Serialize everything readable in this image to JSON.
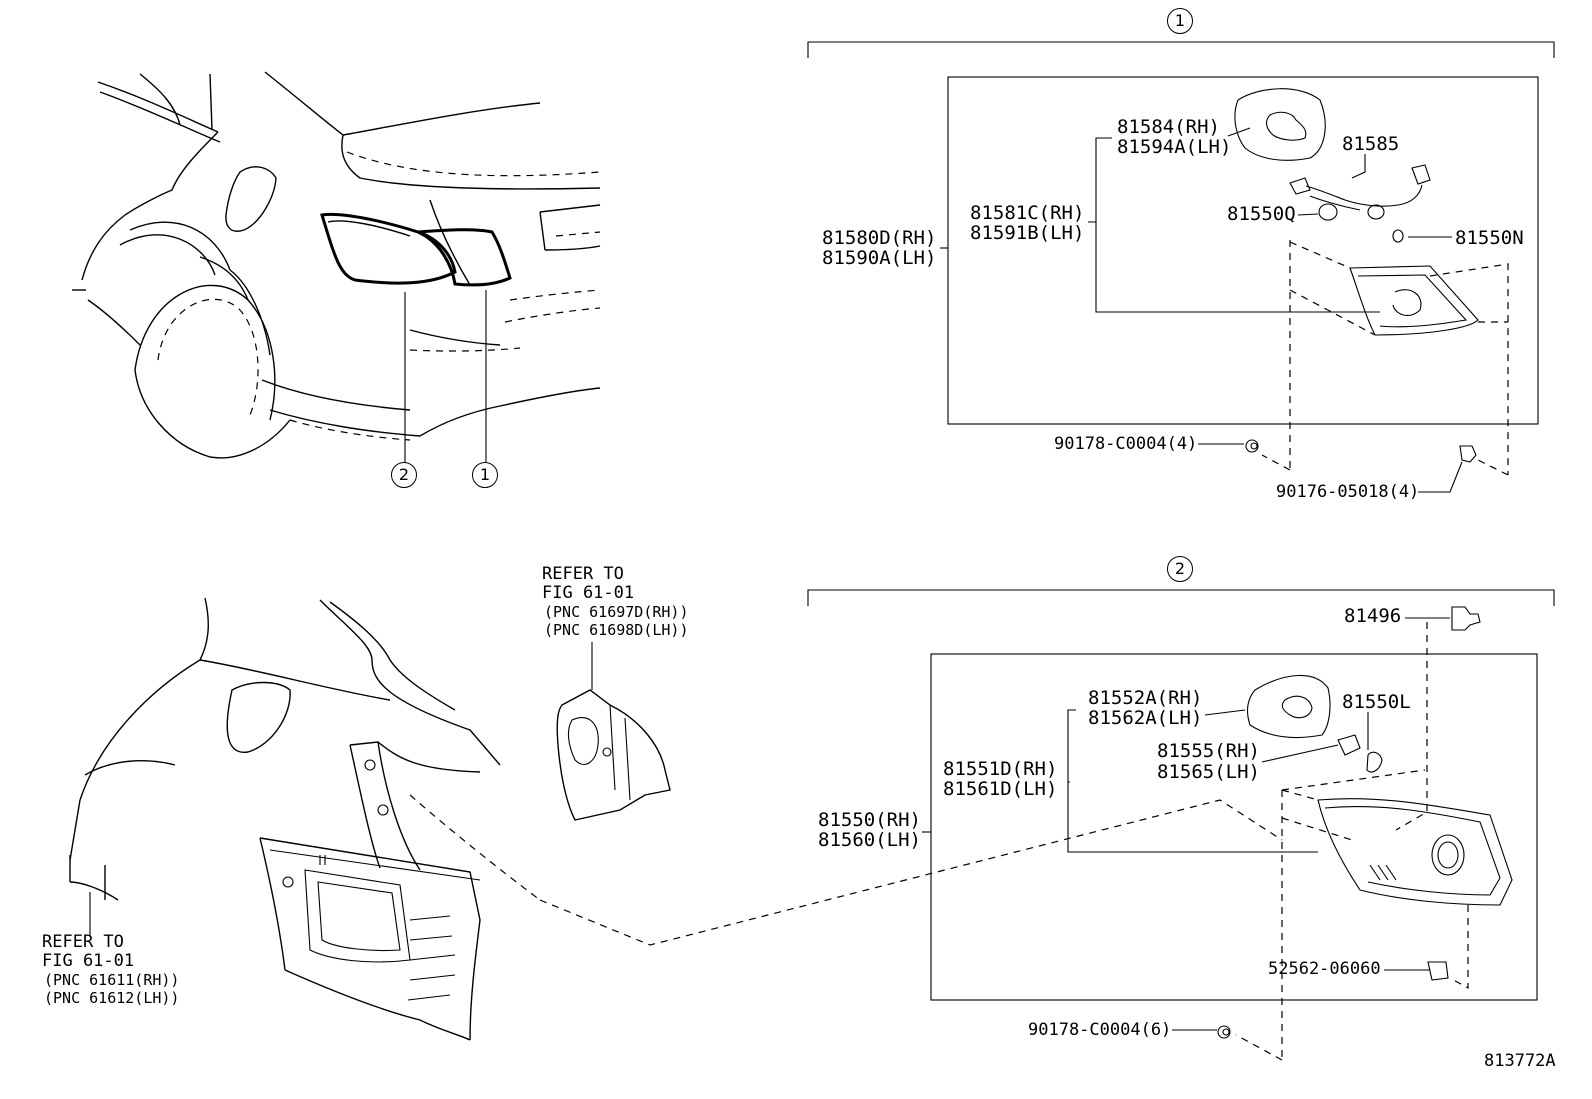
{
  "diagram_id": "813772A",
  "callouts": {
    "one": "1",
    "two": "2"
  },
  "assembly_1": {
    "lamp_assy": [
      "81580D(RH)",
      "81590A(LH)"
    ],
    "lens_body": [
      "81581C(RH)",
      "81591B(LH)"
    ],
    "gasket": [
      "81584(RH)",
      "81594A(LH)"
    ],
    "socket_wire": "81585",
    "bulb_q": "81550Q",
    "bulb_n": "81550N",
    "nut": "90178-C0004(4)",
    "screw": "90176-05018(4)"
  },
  "assembly_2": {
    "lamp_assy": [
      "81550(RH)",
      "81560(LH)"
    ],
    "lens_body": [
      "81551D(RH)",
      "81561D(LH)"
    ],
    "gasket": [
      "81552A(RH)",
      "81562A(LH)"
    ],
    "socket": [
      "81555(RH)",
      "81565(LH)"
    ],
    "bulb_l": "81550L",
    "clip": "81496",
    "retainer": "52562-06060",
    "nut": "90178-C0004(6)"
  },
  "refer_top": {
    "line1": "REFER TO",
    "line2": "FIG 61-01",
    "line3": "(PNC 61697D(RH))",
    "line4": "(PNC 61698D(LH))"
  },
  "refer_bottom": {
    "line1": "REFER TO",
    "line2": "FIG 61-01",
    "line3": "(PNC 61611(RH))",
    "line4": "(PNC 61612(LH))"
  }
}
